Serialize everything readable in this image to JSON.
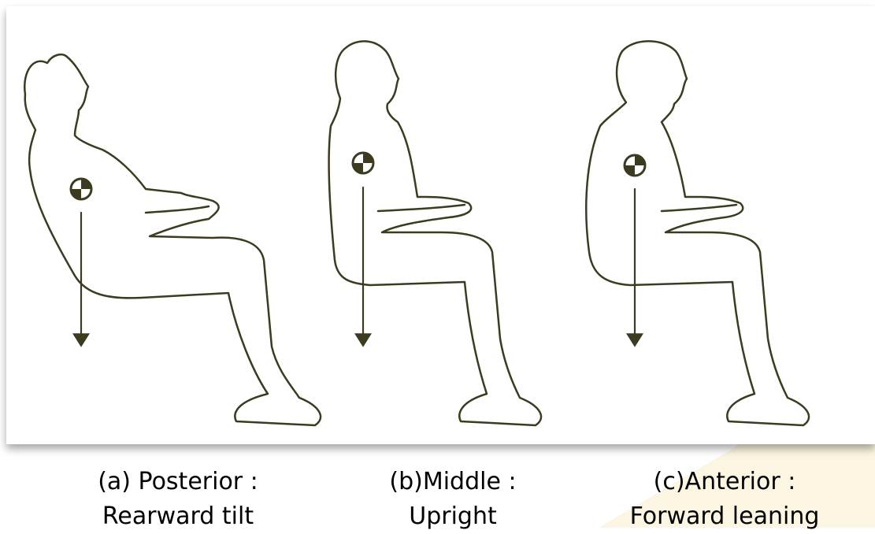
{
  "figures": [
    {
      "id": "posterior",
      "caption_line1": "(a) Posterior :",
      "caption_line2": "Rearward tilt"
    },
    {
      "id": "middle",
      "caption_line1": "(b)Middle :",
      "caption_line2": "Upright"
    },
    {
      "id": "anterior",
      "caption_line1": "(c)Anterior :",
      "caption_line2": "Forward leaning"
    }
  ],
  "colors": {
    "outline": "#3c3a1f",
    "accent_watermark": "#fbf3d9",
    "caption_text": "#000000"
  },
  "icons": [
    "center-of-mass-icon",
    "gravity-arrow"
  ]
}
